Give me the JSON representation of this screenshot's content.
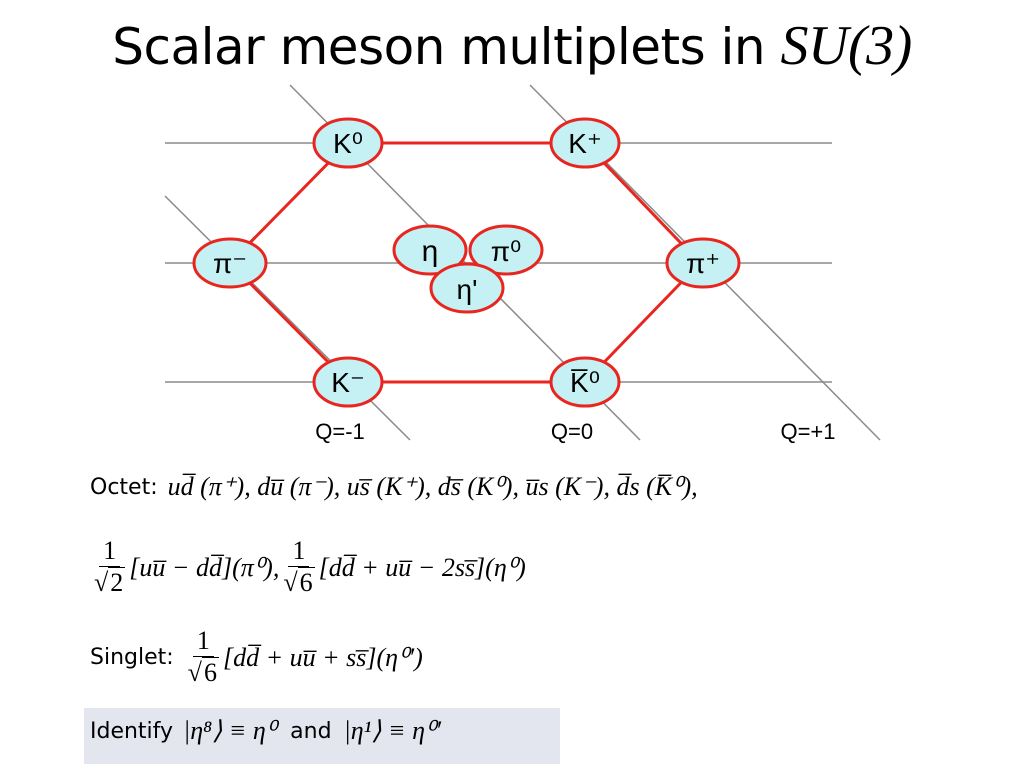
{
  "title": {
    "text": "Scalar meson multiplets in ",
    "group": "SU(3)"
  },
  "diagram": {
    "edge_color": "#e8261f",
    "node_fill": "#c5f0f4",
    "particles": [
      "K⁰",
      "K⁺",
      "π⁻",
      "π⁺",
      "K⁻",
      "K̅⁰",
      "η",
      "π⁰",
      "η'"
    ],
    "charge_labels": [
      "Q=-1",
      "Q=0",
      "Q=+1"
    ]
  },
  "formulas": {
    "octet_label": "Octet:",
    "octet_line1": "ud̅ (π⁺), du̅ (π⁻), us̅ (K⁺), ds̅ (K⁰), u̅s (K⁻), d̅s (K̅⁰),",
    "frac2_num": "1",
    "frac2_den": "2",
    "octet_line2_a": "[uu̅ − dd̅](π⁰),",
    "frac6_num": "1",
    "frac6_den": "6",
    "octet_line2_b": "[dd̅ + uu̅ − 2ss̅](η⁰)",
    "singlet_label": "Singlet:",
    "singlet_num": "1",
    "singlet_den": "6",
    "singlet_expr": "[dd̅ + uu̅ + ss̅](η⁰′)",
    "identify_label": "Identify",
    "identify_ket8": "|η⁸⟩ ≡ η⁰",
    "and_label": "and",
    "identify_ket1": "|η¹⟩ ≡ η⁰′"
  }
}
